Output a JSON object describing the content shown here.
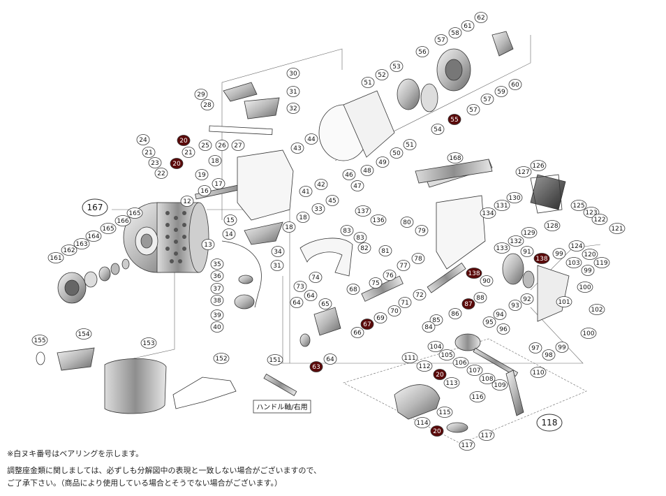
{
  "footnotes": {
    "bearing_note": "※白ヌキ番号はベアリングを示します。",
    "shim_note_1": "調整座金類に関しましては、必ずしも分解図中の表現と一致しない場合がございますので、",
    "shim_note_2": "ご了承下さい。（商品により使用している場合とそうでない場合がございます。）"
  },
  "handle_shaft_label": "ハンドル軸/右用",
  "group_labels": [
    "167",
    "118"
  ],
  "callouts": {
    "normal": [
      "62",
      "61",
      "58",
      "57",
      "56",
      "60",
      "59",
      "57",
      "57",
      "30",
      "31",
      "32",
      "29",
      "28",
      "51",
      "52",
      "53",
      "54",
      "51",
      "50",
      "49",
      "48",
      "44",
      "43",
      "47",
      "46",
      "45",
      "42",
      "41",
      "33",
      "18",
      "18",
      "24",
      "21",
      "23",
      "22",
      "21",
      "19",
      "16",
      "17",
      "18",
      "15",
      "14",
      "12",
      "13",
      "25",
      "26",
      "27",
      "168",
      "126",
      "127",
      "128",
      "125",
      "123",
      "122",
      "121",
      "124",
      "120",
      "119",
      "130",
      "131",
      "134",
      "129",
      "132",
      "133",
      "137",
      "136",
      "80",
      "79",
      "83",
      "83",
      "82",
      "81",
      "99",
      "103",
      "99",
      "100",
      "91",
      "90",
      "92",
      "101",
      "102",
      "93",
      "94",
      "95",
      "96",
      "97",
      "98",
      "99",
      "100",
      "165",
      "166",
      "165",
      "164",
      "163",
      "162",
      "161",
      "35",
      "36",
      "37",
      "38",
      "39",
      "40",
      "34",
      "31",
      "73",
      "74",
      "78",
      "77",
      "76",
      "75",
      "72",
      "71",
      "70",
      "69",
      "68",
      "66",
      "65",
      "64",
      "64",
      "64",
      "88",
      "86",
      "85",
      "84",
      "155",
      "154",
      "153",
      "152",
      "151",
      "104",
      "105",
      "106",
      "107",
      "108",
      "109",
      "110",
      "111",
      "112",
      "113",
      "115",
      "116",
      "117",
      "117",
      "114"
    ],
    "bearing": [
      "55",
      "20",
      "20",
      "138",
      "138",
      "87",
      "67",
      "63",
      "20",
      "20"
    ]
  }
}
